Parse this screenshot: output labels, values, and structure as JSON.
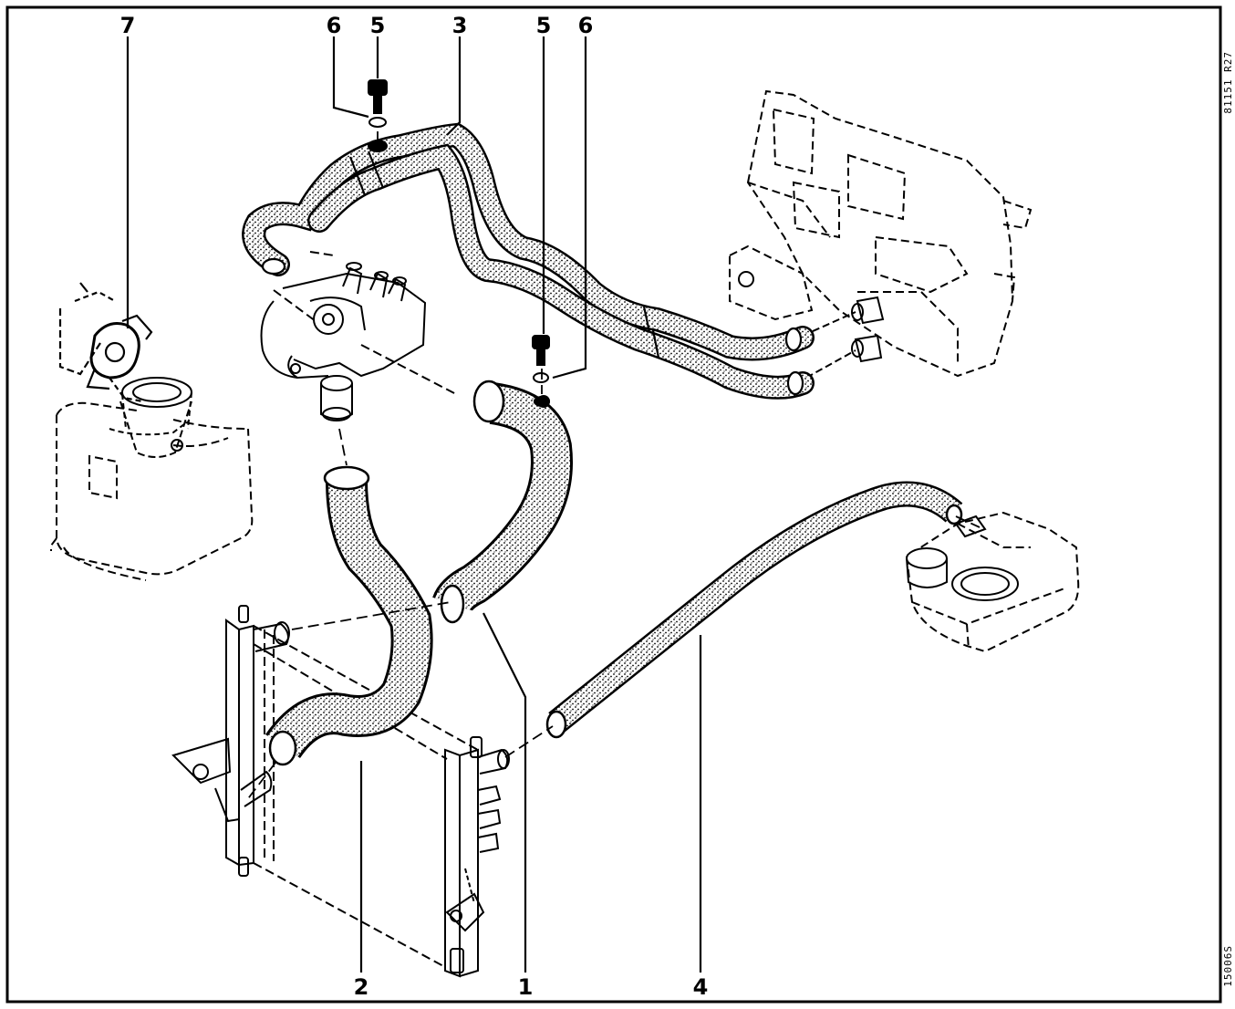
{
  "callouts": {
    "c1": "1",
    "c2": "2",
    "c3": "3",
    "c4": "4",
    "c5a": "5",
    "c5b": "5",
    "c6a": "6",
    "c6b": "6",
    "c7": "7"
  },
  "side_codes": {
    "top": "81151 R27",
    "bottom": "15006S"
  },
  "colors": {
    "ink": "#000000",
    "paper": "#ffffff"
  }
}
